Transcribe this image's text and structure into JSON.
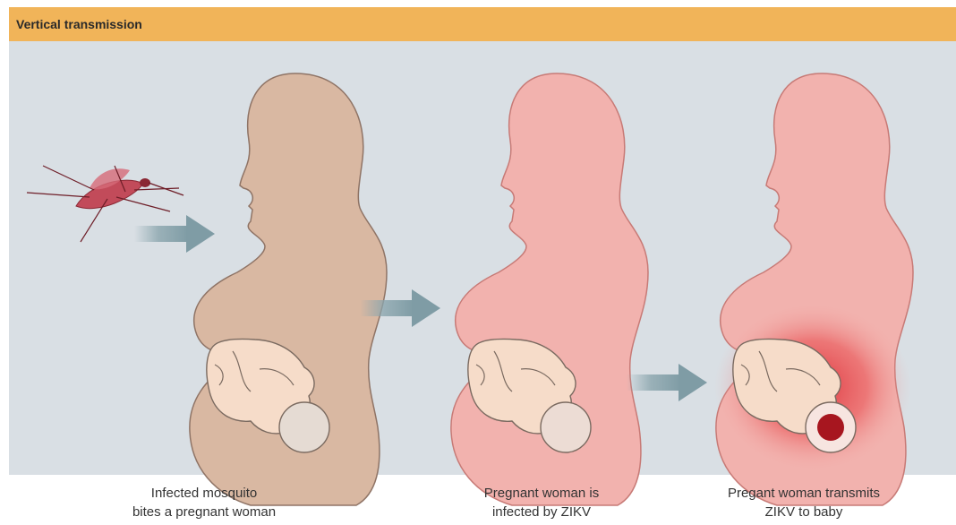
{
  "header": {
    "title": "Vertical transmission"
  },
  "stages": [
    {
      "caption_line1": "Infected mosquito",
      "caption_line2": "bites a pregnant woman"
    },
    {
      "caption_line1": "Pregnant woman is",
      "caption_line2": "infected by ZIKV"
    },
    {
      "caption_line1": "Pregant woman transmits",
      "caption_line2": "ZIKV to baby"
    }
  ],
  "colors": {
    "header_bar": "#f1b459",
    "panel_background": "#d9dfe4",
    "healthy_woman": "#d9b8a2",
    "infected_woman": "#f2b2ae",
    "fetus": "#f6dcc9",
    "arrow": "#8aa5ad",
    "mosquito": "#c24b5a",
    "infection_glow": "#e23b3b"
  },
  "icons": [
    "mosquito-icon",
    "arrow-right-icon"
  ]
}
